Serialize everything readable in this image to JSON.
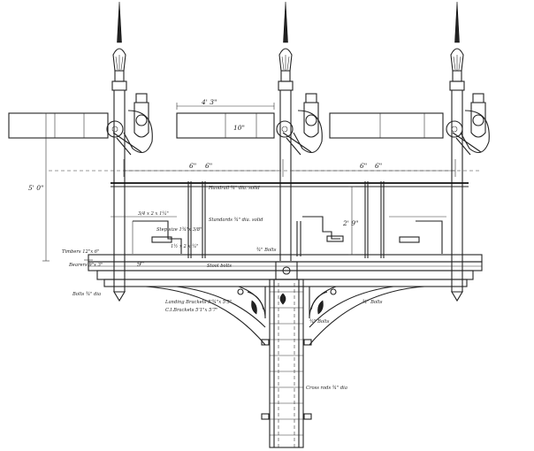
{
  "labels": {
    "handrail": "Handrail ¾\" dia. solid",
    "standards": "Standards ¾\" dia. solid",
    "bar_small": "3/4 x 2 x 1¼\"",
    "step_size": "Step size 1¾\"x 3/8\"",
    "step_bar": "1½ x 2 x ¼\"",
    "timbers": "Timbers 12\"x 6\"",
    "bearers": "Bearers 9\"x 3\"",
    "bolts_left": "Bolts ¾\" dia",
    "stool_bolts": "Stool bolts",
    "landing_brackets": "Landing Brackets 5'¾\"x 5'5\"",
    "c_brackets": "C.I.Brackets 5'1\"x 5'7\"",
    "bolts_right": "¾\" Bolts",
    "bolts_mid": "¾\" Bolts",
    "bolts_small": "¾\" Bolts",
    "cross_rods": "Cross rods ¾\" dia",
    "dim_top_ft": "4' 3\"",
    "dim_arm": "10\"",
    "dim_post_left": "5' 0\"",
    "dim_rail": "2' 9\"",
    "dim_6_a": "6\"",
    "dim_6_b": "6\"",
    "dim_6_c": "6\"",
    "dim_6_d": "6\"",
    "dim_9": "9\""
  }
}
